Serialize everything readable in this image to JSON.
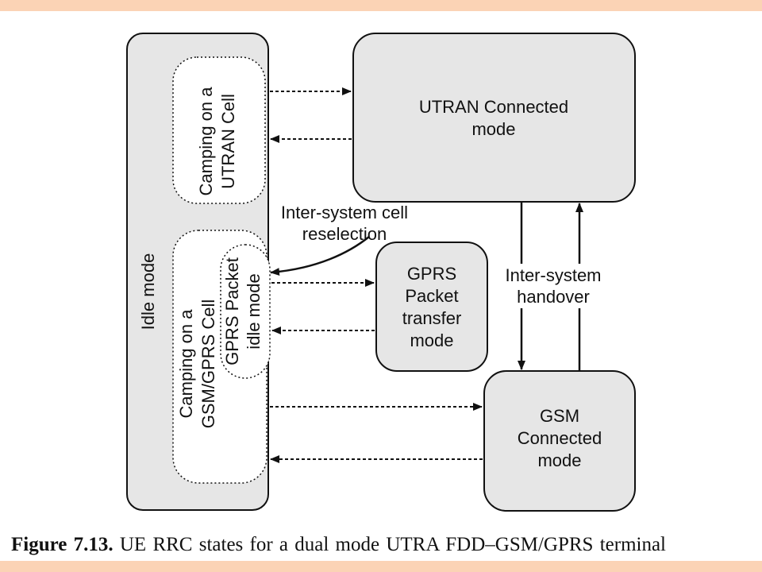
{
  "diagram": {
    "idle_mode": "Idle mode",
    "camping_utran_line1": "Camping on a",
    "camping_utran_line2": "UTRAN Cell",
    "camping_gsm_line1": "Camping on a",
    "camping_gsm_line2": "GSM/GPRS Cell",
    "gprs_idle_line1": "GPRS Packet",
    "gprs_idle_line2": "idle mode",
    "utran_connected_line1": "UTRAN Connected",
    "utran_connected_line2": "mode",
    "gprs_transfer_line1": "GPRS",
    "gprs_transfer_line2": "Packet",
    "gprs_transfer_line3": "transfer",
    "gprs_transfer_line4": "mode",
    "gsm_connected_line1": "GSM",
    "gsm_connected_line2": "Connected",
    "gsm_connected_line3": "mode",
    "reselection_line1": "Inter-system cell",
    "reselection_line2": "reselection",
    "handover_line1": "Inter-system",
    "handover_line2": "handover"
  },
  "caption": {
    "label": "Figure 7.13.",
    "text": "UE RRC states for a dual mode UTRA FDD–GSM/GPRS terminal"
  },
  "colors": {
    "band": "#fbd3b5",
    "box_fill": "#e6e6e6",
    "stroke": "#111111"
  }
}
